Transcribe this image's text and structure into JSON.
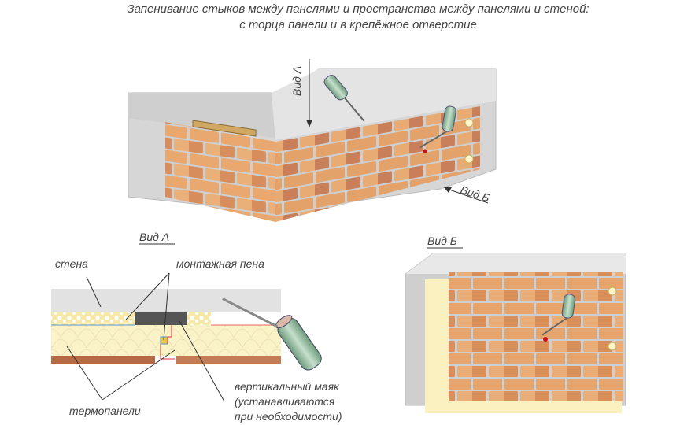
{
  "title": {
    "line1": "Запенивание стыков между панелями и пространства между панелями и стеной:",
    "line2": "с торца панели и в крепёжное отверстие"
  },
  "main_view": {
    "arrow_a_label": "Вид А",
    "arrow_b_label": "Вид Б"
  },
  "section_a": {
    "heading": "Вид А",
    "labels": {
      "wall": "стена",
      "foam": "монтажная пена",
      "panels": "термопанели",
      "beacon_line1": "вертикальный маяк",
      "beacon_line2": "(устанавливаются",
      "beacon_line3": "при необходимости)"
    }
  },
  "section_b": {
    "heading": "Вид Б"
  },
  "colors": {
    "wall": "#d9d9d9",
    "brick": "#e3a26a",
    "brick_dark": "#b4674a",
    "insulation": "#fbf3c8",
    "foam_can": "#8fb89a"
  }
}
